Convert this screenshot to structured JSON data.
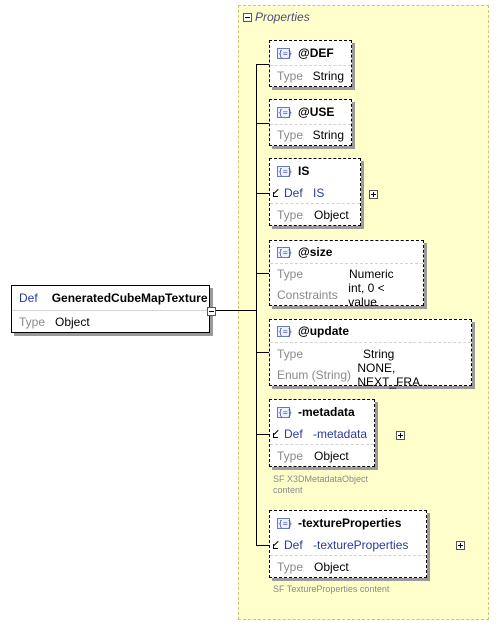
{
  "root": {
    "def_keyword": "Def",
    "name": "GeneratedCubeMapTexture",
    "type_key": "Type",
    "type_value": "Object"
  },
  "properties_group": {
    "label": "Properties"
  },
  "nodes": {
    "def": {
      "name": "@DEF",
      "type_key": "Type",
      "type_value": "String"
    },
    "use": {
      "name": "@USE",
      "type_key": "Type",
      "type_value": "String"
    },
    "is": {
      "name": "IS",
      "def_keyword": "Def",
      "def_value": "IS",
      "type_key": "Type",
      "type_value": "Object"
    },
    "size": {
      "name": "@size",
      "type_key": "Type",
      "type_value": "Numeric",
      "constraints_key": "Constraints",
      "constraints_value": "int, 0 < value"
    },
    "update": {
      "name": "@update",
      "type_key": "Type",
      "type_value": "String",
      "enum_key": "Enum (String)",
      "enum_value": "NONE, NEXT_FRA..."
    },
    "metadata": {
      "name": "-metadata",
      "def_keyword": "Def",
      "def_value": "-metadata",
      "type_key": "Type",
      "type_value": "Object",
      "caption_line1": "SF X3DMetadataObject",
      "caption_line2": "content"
    },
    "texture_properties": {
      "name": "-textureProperties",
      "def_keyword": "Def",
      "def_value": "-textureProperties",
      "type_key": "Type",
      "type_value": "Object",
      "caption_line1": "SF TextureProperties content"
    }
  },
  "icons": {
    "attribute_icon_text": "{=}"
  }
}
